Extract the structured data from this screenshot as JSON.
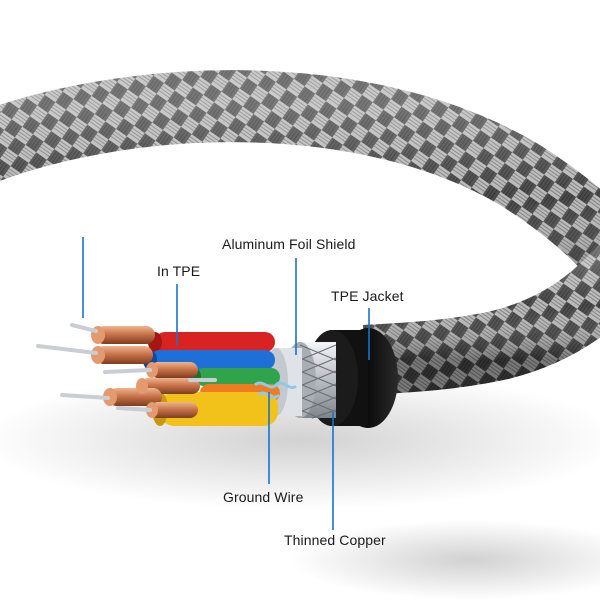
{
  "labels": {
    "in_tpe": "In TPE",
    "aluminum_foil_shield": "Aluminum Foil Shield",
    "tpe_jacket": "TPE Jacket",
    "ground_wire": "Ground Wire",
    "thinned_copper": "Thinned Copper"
  },
  "colors": {
    "leader_line": "#1a73c8",
    "braid_dark": "#3a3a3a",
    "braid_light": "#d8d8d8",
    "jacket": "#141414",
    "copper": "#c8744a",
    "wire_red": "#e02424",
    "wire_blue": "#1e6fd9",
    "wire_green": "#2aa84a",
    "wire_yellow": "#f2c21b",
    "foil_silver": "#c9ced4"
  },
  "wire_colors": [
    "red",
    "blue",
    "green",
    "yellow",
    "orange",
    "white"
  ]
}
